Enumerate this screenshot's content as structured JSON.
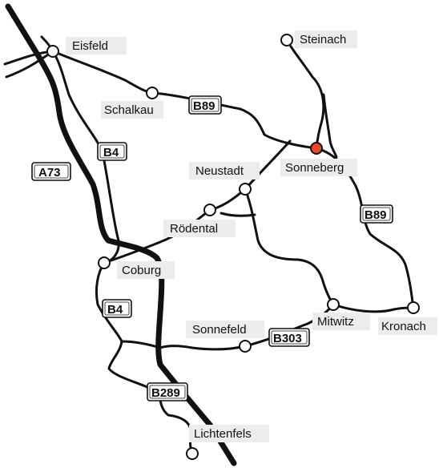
{
  "map": {
    "towns": {
      "eisfeld": "Eisfeld",
      "steinach": "Steinach",
      "schalkau": "Schalkau",
      "neustadt": "Neustadt",
      "sonneberg": "Sonneberg",
      "roedental": "Rödental",
      "coburg": "Coburg",
      "sonnefeld": "Sonnefeld",
      "mitwitz": "Mitwitz",
      "kronach": "Kronach",
      "lichtenfels": "Lichtenfels"
    },
    "road_shields": {
      "a73": "A73",
      "b4_north": "B4",
      "b4_south": "B4",
      "b89_west": "B89",
      "b89_east": "B89",
      "b303": "B303",
      "b289": "B289"
    },
    "colors": {
      "highlight_town": "#e8492a",
      "label_background": "#ececec",
      "road": "#111111"
    }
  }
}
